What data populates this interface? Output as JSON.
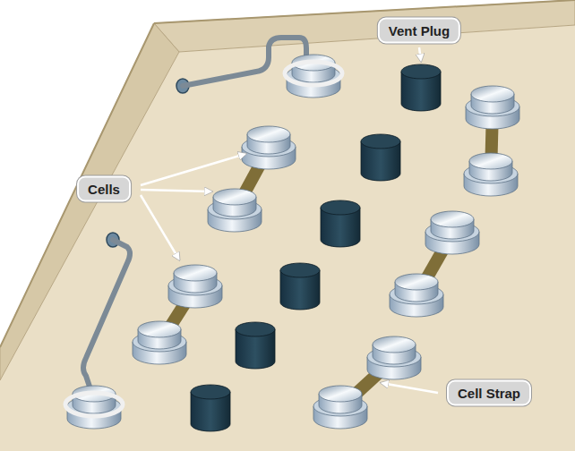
{
  "diagram": {
    "labels": [
      "Vent Plug",
      "Cells",
      "Cell Strap"
    ]
  }
}
